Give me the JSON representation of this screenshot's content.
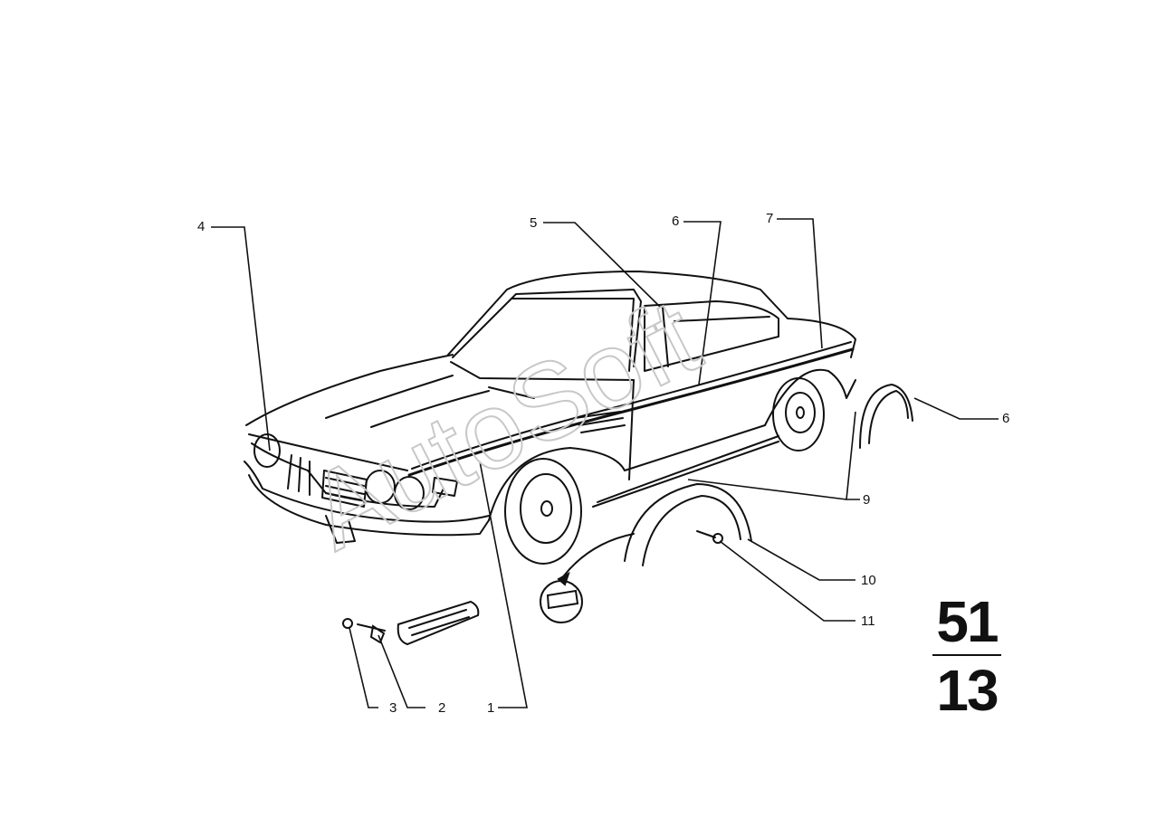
{
  "diagram": {
    "callouts": [
      {
        "id": "c1",
        "label": "1"
      },
      {
        "id": "c2",
        "label": "2"
      },
      {
        "id": "c3",
        "label": "3"
      },
      {
        "id": "c4",
        "label": "4"
      },
      {
        "id": "c5",
        "label": "5"
      },
      {
        "id": "c6a",
        "label": "6"
      },
      {
        "id": "c6b",
        "label": "6"
      },
      {
        "id": "c7",
        "label": "7"
      },
      {
        "id": "c9",
        "label": "9"
      },
      {
        "id": "c10",
        "label": "10"
      },
      {
        "id": "c11",
        "label": "11"
      }
    ],
    "page_code": {
      "top": "51",
      "bottom": "13"
    },
    "watermark": "AutoSoft",
    "colors": {
      "ink": "#111111",
      "watermark": "#c8c8c8",
      "background": "#ffffff"
    }
  }
}
